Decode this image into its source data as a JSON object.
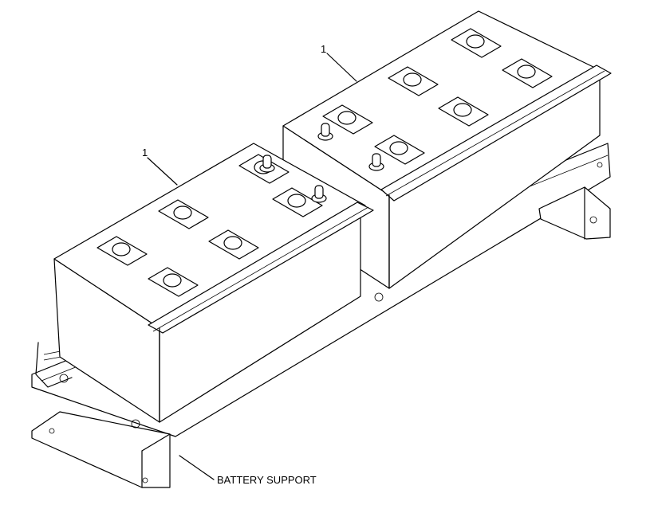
{
  "callouts": {
    "battery_upper": "1",
    "battery_lower": "1"
  },
  "labels": {
    "battery_support": "BATTERY SUPPORT"
  }
}
